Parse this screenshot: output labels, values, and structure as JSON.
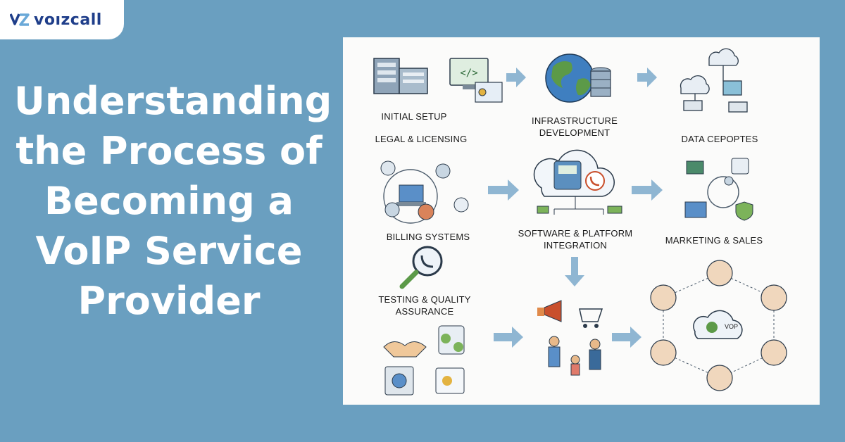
{
  "brand": {
    "name": "voızcall"
  },
  "headline": "Understanding the Process of Becoming a VoIP Service Provider",
  "steps": {
    "initial_setup": "INITIAL SETUP",
    "infrastructure": "INFRASTRUCTURE DEVELOPMENT",
    "data_centers": "DATA CEPOPTES",
    "legal": "LEGAL & LICENSING",
    "software": "SOFTWARE & PLATFORM INTEGRATION",
    "marketing": "MARKETING & SALES",
    "billing": "BILLING SYSTEMS",
    "testing": "TESTING & QUALITY ASSURANCE"
  },
  "cloud_label": "VOP",
  "colors": {
    "background": "#6a9fc0",
    "arrow": "#8fb6d2",
    "brand": "#1f3e8a",
    "accent": "#c94f2c"
  }
}
